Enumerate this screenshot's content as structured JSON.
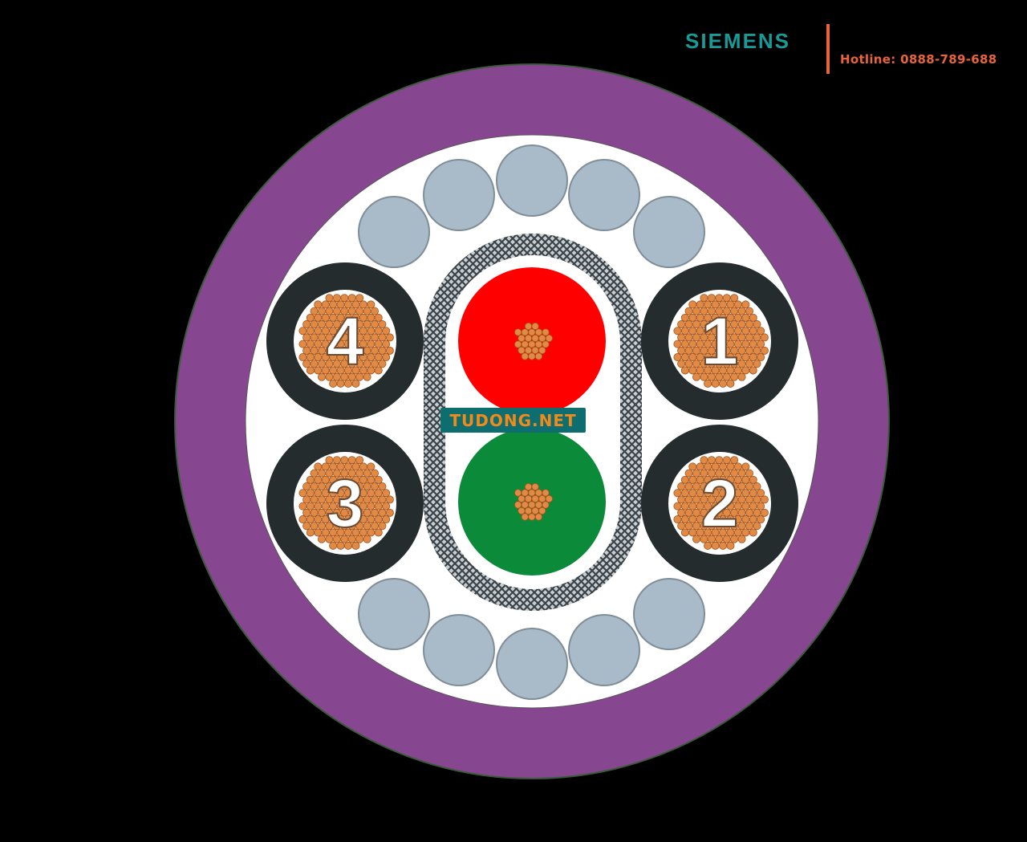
{
  "header": {
    "brand": "SIEMENS",
    "hotline": "Hotline: 0888-789-688"
  },
  "watermark": "TUDONG.NET",
  "cable": {
    "jacket_color": "#874690",
    "filler_color": "#ffffff",
    "filler_strand_color": "#a9bbc8",
    "conductors": [
      {
        "label": "1",
        "position": "right-top"
      },
      {
        "label": "2",
        "position": "right-bottom"
      },
      {
        "label": "3",
        "position": "left-bottom"
      },
      {
        "label": "4",
        "position": "left-top"
      }
    ],
    "conductor_sheath_color": "#252c2e",
    "copper_color": "#e08a45",
    "center_pair": [
      {
        "color": "#ff0000",
        "position": "top"
      },
      {
        "color": "#0b8a3a",
        "position": "bottom"
      }
    ]
  }
}
